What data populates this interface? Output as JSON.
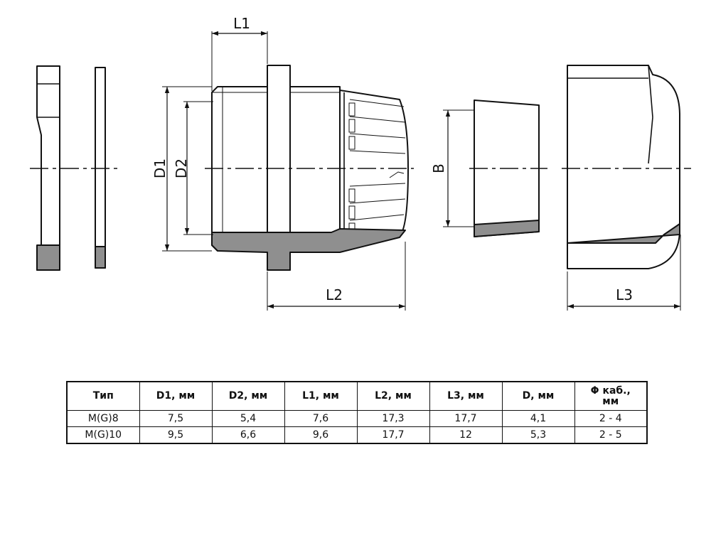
{
  "drawing": {
    "labels": {
      "l1": "L1",
      "l2": "L2",
      "l3": "L3",
      "d1": "D1",
      "d2": "D2",
      "b": "B"
    }
  },
  "table": {
    "headers": [
      "Тип",
      "D1, мм",
      "D2, мм",
      "L1, мм",
      "L2, мм",
      "L3, мм",
      "D, мм"
    ],
    "last_header_line1": "Φ каб.,",
    "last_header_line2": "мм",
    "rows": [
      [
        "M(G)8",
        "7,5",
        "5,4",
        "7,6",
        "17,3",
        "17,7",
        "4,1",
        "2 - 4"
      ],
      [
        "M(G)10",
        "9,5",
        "6,6",
        "9,6",
        "17,7",
        "12",
        "5,3",
        "2 - 5"
      ]
    ]
  }
}
